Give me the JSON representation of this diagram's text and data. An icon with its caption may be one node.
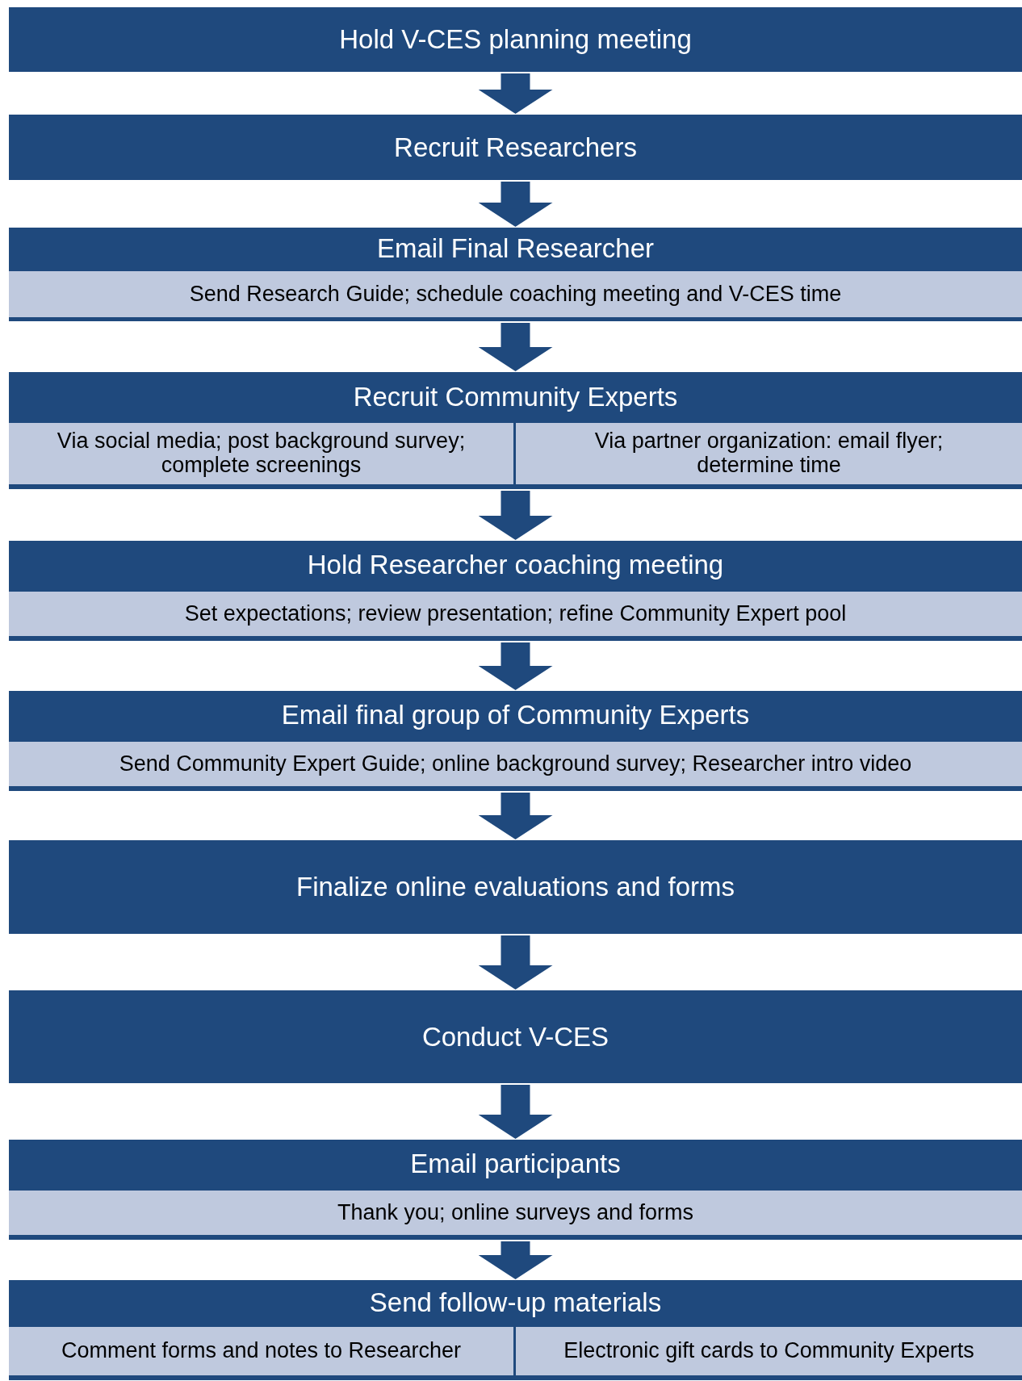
{
  "diagram": {
    "nodes": [
      {
        "text": [
          "Hold V-CES planning meeting"
        ]
      },
      {
        "text": [
          "Recruit Researchers"
        ]
      },
      {
        "text": [
          "Email Final Researcher"
        ]
      },
      {
        "text": [
          "Send Research Guide; schedule coaching meeting and V-CES time"
        ],
        "in": 2
      },
      {
        "text": [
          "Recruit Community Experts"
        ]
      },
      {
        "text": [
          "Via social media; post background survey; complete screenings"
        ],
        "in": 4
      },
      {
        "text": [
          "Via partner organization: email flyer; determine time"
        ],
        "in": 4
      },
      {
        "text": [
          "Hold Researcher coaching meeting"
        ]
      },
      {
        "text": [
          "Set expectations; review presentation; refine Community Expert pool"
        ],
        "in": 7
      },
      {
        "text": [
          "Email final group of Community Experts"
        ]
      },
      {
        "text": [
          "Send Community Expert Guide; online background survey; Researcher intro video"
        ],
        "in": 9
      },
      {
        "text": [
          "Finalize online evaluations and forms"
        ]
      },
      {
        "text": [
          "Conduct V-CES"
        ]
      },
      {
        "text": [
          "Email participants"
        ]
      },
      {
        "text": [
          "Thank you; online surveys and forms"
        ],
        "in": 13
      },
      {
        "text": [
          "Send follow-up materials"
        ]
      },
      {
        "text": [
          "Comment forms and notes to Researcher"
        ],
        "in": 15
      },
      {
        "text": [
          "Electronic gift cards to Community Experts"
        ],
        "in": 15
      }
    ],
    "edges": [
      {
        "from": 0,
        "to": 1,
        "arrow": "to"
      },
      {
        "from": 1,
        "to": 2,
        "arrow": "to"
      },
      {
        "from": 2,
        "to": 4,
        "arrow": "to"
      },
      {
        "from": 4,
        "to": 7,
        "arrow": "to"
      },
      {
        "from": 7,
        "to": 9,
        "arrow": "to"
      },
      {
        "from": 9,
        "to": 11,
        "arrow": "to"
      },
      {
        "from": 11,
        "to": 12,
        "arrow": "to"
      },
      {
        "from": 12,
        "to": 13,
        "arrow": "to"
      },
      {
        "from": 13,
        "to": 15,
        "arrow": "to"
      }
    ]
  }
}
